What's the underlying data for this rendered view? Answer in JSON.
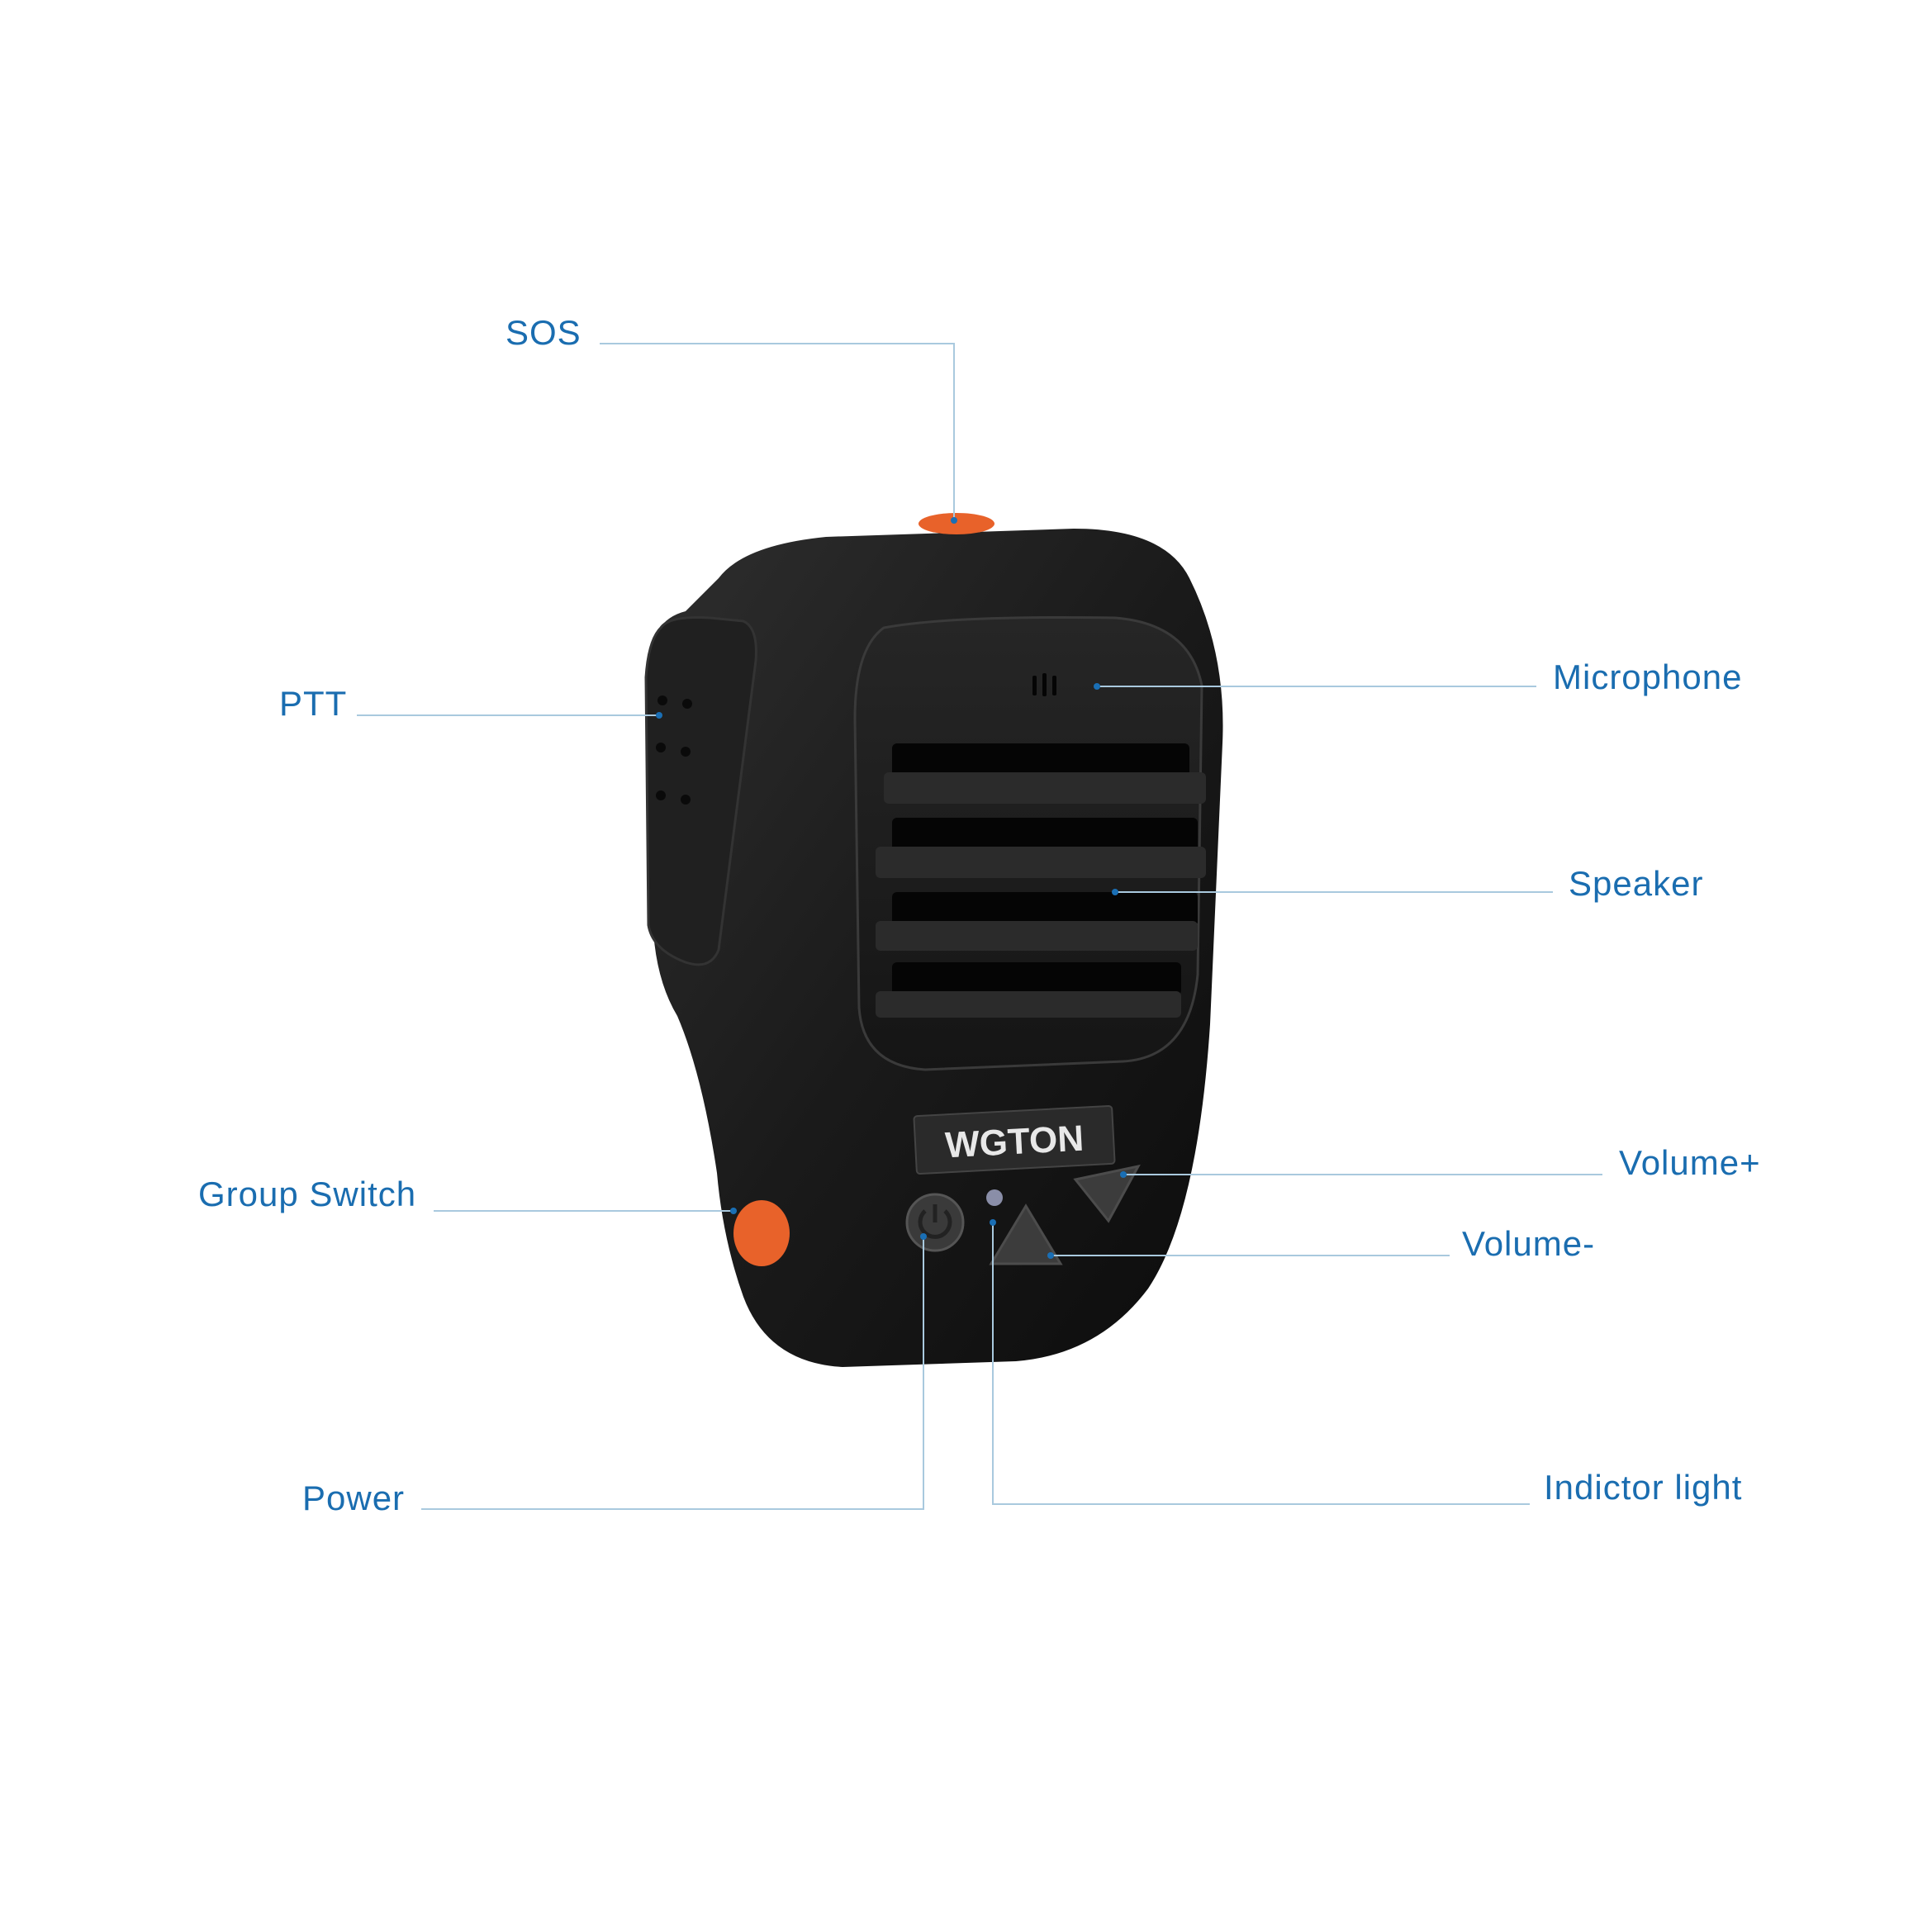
{
  "product": {
    "brand_logo_text": "WGTON",
    "body_color": "#1c1c1c",
    "accent_button_color": "#e8622a"
  },
  "labels": {
    "color": "#1a6db0",
    "leader_color": "#a9c9de",
    "sos": "SOS",
    "ptt": "PTT",
    "microphone": "Microphone",
    "speaker": "Speaker",
    "volume_plus": "Volume+",
    "volume_minus": "Volume-",
    "group_switch": "Group Switch",
    "power": "Power",
    "indicator_light": "Indictor light"
  }
}
